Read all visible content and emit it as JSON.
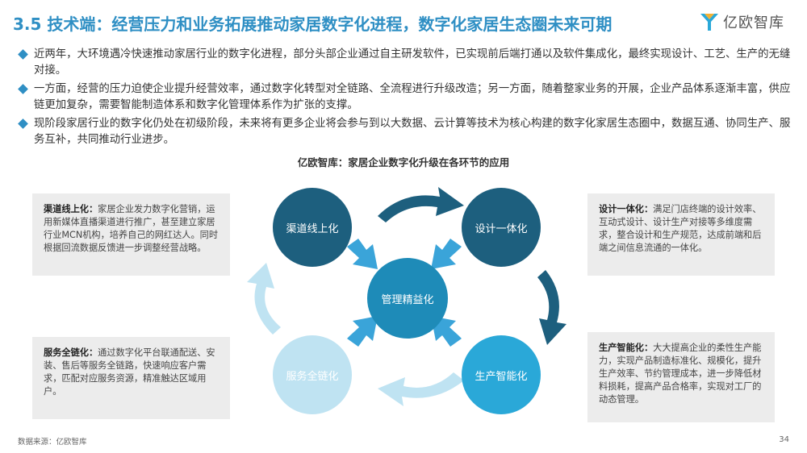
{
  "header": {
    "title": "3.5 技术端：经营压力和业务拓展推动家居数字化进程，数字化家居生态圈未来可期",
    "logo_text": "亿欧智库",
    "logo_icon": "yiou-logo-icon"
  },
  "bullets": [
    "近两年，大环境遇冷快速推动家居行业的数字化进程，部分头部企业通过自主研发软件，已实现前后端打通以及软件集成化，最终实现设计、工艺、生产的无缝对接。",
    "一方面，经营的压力迫使企业提升经营效率，通过数字化转型对全链路、全流程进行升级改造；另一方面，随着整家业务的开展，企业产品体系逐渐丰富，供应链更加复杂，需要智能制造体系和数字化管理体系作为扩张的支撑。",
    "现阶段家居行业的数字化仍处在初级阶段，未来将有更多企业将会参与到以大数据、云计算等技术为核心构建的数字化家居生态圈中，数据互通、协同生产、服务互补，共同推动行业进步。"
  ],
  "diagram": {
    "title": "亿欧智库：家居企业数字化升级在各环节的应用",
    "center": "管理精益化",
    "nodes": {
      "top_left": "渠道线上化",
      "top_right": "设计一体化",
      "bottom_right": "生产智能化",
      "bottom_left": "服务全链化"
    },
    "colors": {
      "dark": "#1d5f7e",
      "mid": "#1e8bb8",
      "bright": "#2aa8d8",
      "light": "#bfe3f2",
      "arrow_blue": "#3aa4d9"
    }
  },
  "boxes": {
    "top_left": {
      "label": "渠道线上化：",
      "text": "家居企业发力数字化营销，运用新媒体直播渠道进行推广，甚至建立家居行业MCN机构，培养自己的网红达人。同时根据回流数据反馈进一步调整经营战略。"
    },
    "top_right": {
      "label": "设计一体化：",
      "text": "满足门店终端的设计效率、互动式设计、设计生产对接等多维度需求，整合设计和生产规范，达成前端和后端之间信息流通的一体化。"
    },
    "bottom_left": {
      "label": "服务全链化：",
      "text": "通过数字化平台联通配送、安装、售后等服务全链路，快速响应客户需求，匹配对应服务资源，精准触达区域用户。"
    },
    "bottom_right": {
      "label": "生产智能化：",
      "text": "大大提高企业的柔性生产能力，实现产品制造标准化、规模化，提升生产效率、节约管理成本，进一步降低材料损耗，提高产品合格率，实现对工厂的动态管理。"
    }
  },
  "footer": {
    "source": "数据来源：亿欧智库",
    "page": "34"
  }
}
